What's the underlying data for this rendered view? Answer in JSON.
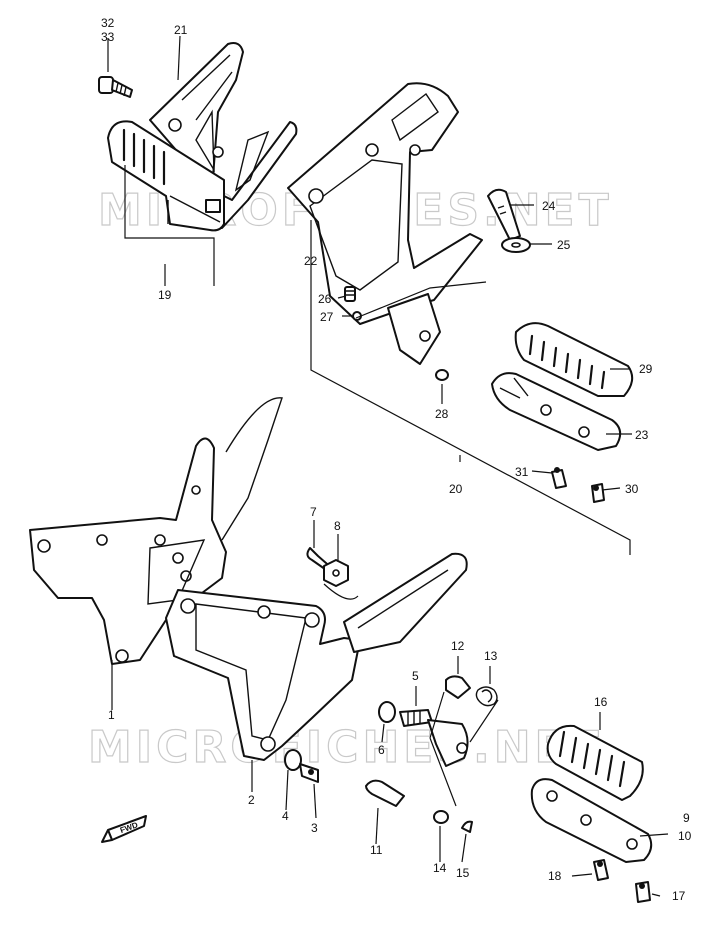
{
  "watermark": "MICROFICHES.NET",
  "fwd_arrow_text": "FWD",
  "labels": {
    "p1": "1",
    "p2": "2",
    "p3": "3",
    "p4": "4",
    "p5": "5",
    "p6": "6",
    "p7": "7",
    "p8": "8",
    "p9": "9",
    "p10": "10",
    "p11": "11",
    "p12": "12",
    "p13": "13",
    "p14": "14",
    "p15": "15",
    "p16": "16",
    "p17": "17",
    "p18": "18",
    "p19": "19",
    "p20": "20",
    "p21": "21",
    "p22": "22",
    "p23": "23",
    "p24": "24",
    "p25": "25",
    "p26": "26",
    "p27": "27",
    "p28": "28",
    "p29": "29",
    "p30": "30",
    "p31": "31",
    "p32": "32",
    "p33": "33"
  }
}
